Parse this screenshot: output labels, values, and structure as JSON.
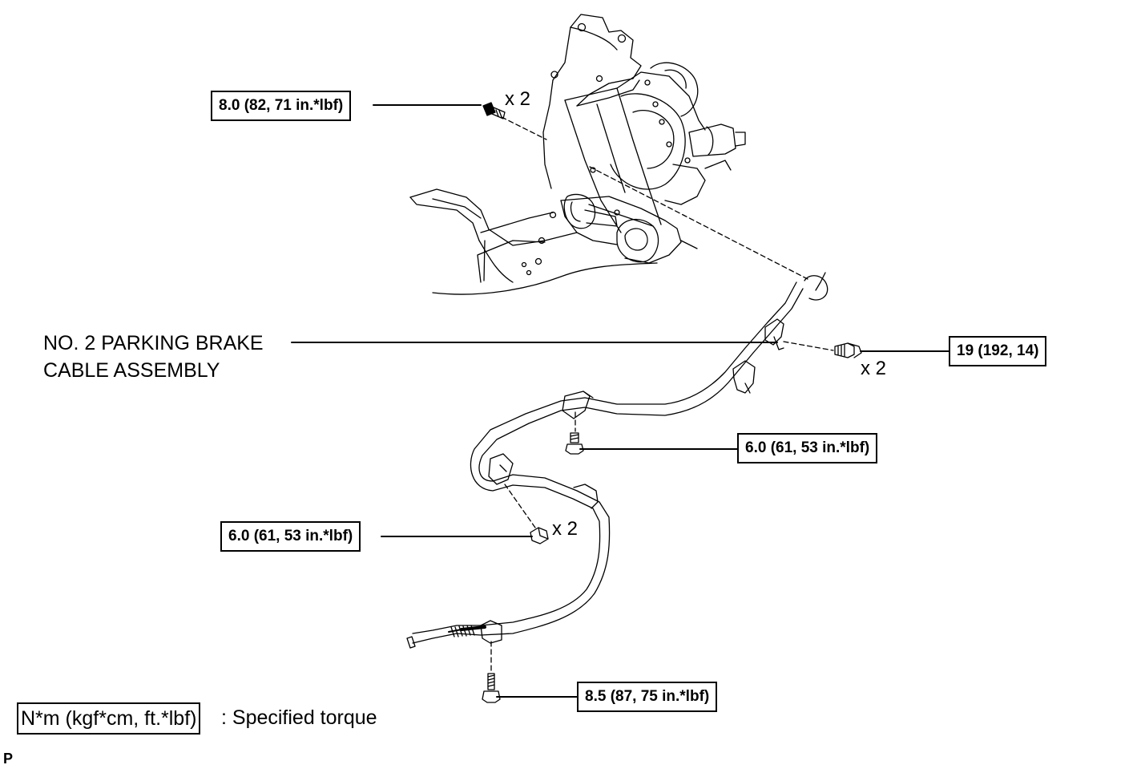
{
  "callouts": {
    "torque_top": "8.0 (82, 71 in.*lbf)",
    "qty_top": "x 2",
    "torque_right": "19 (192, 14)",
    "qty_right": "x 2",
    "torque_mid": "6.0 (61, 53 in.*lbf)",
    "torque_left": "6.0 (61, 53 in.*lbf)",
    "qty_left": "x 2",
    "torque_bottom": "8.5 (87, 75 in.*lbf)"
  },
  "part_label": {
    "line1": "NO. 2 PARKING BRAKE",
    "line2": "CABLE ASSEMBLY"
  },
  "legend": {
    "unit": "N*m (kgf*cm, ft.*lbf)",
    "description": ": Specified torque"
  },
  "figure_code": "P"
}
